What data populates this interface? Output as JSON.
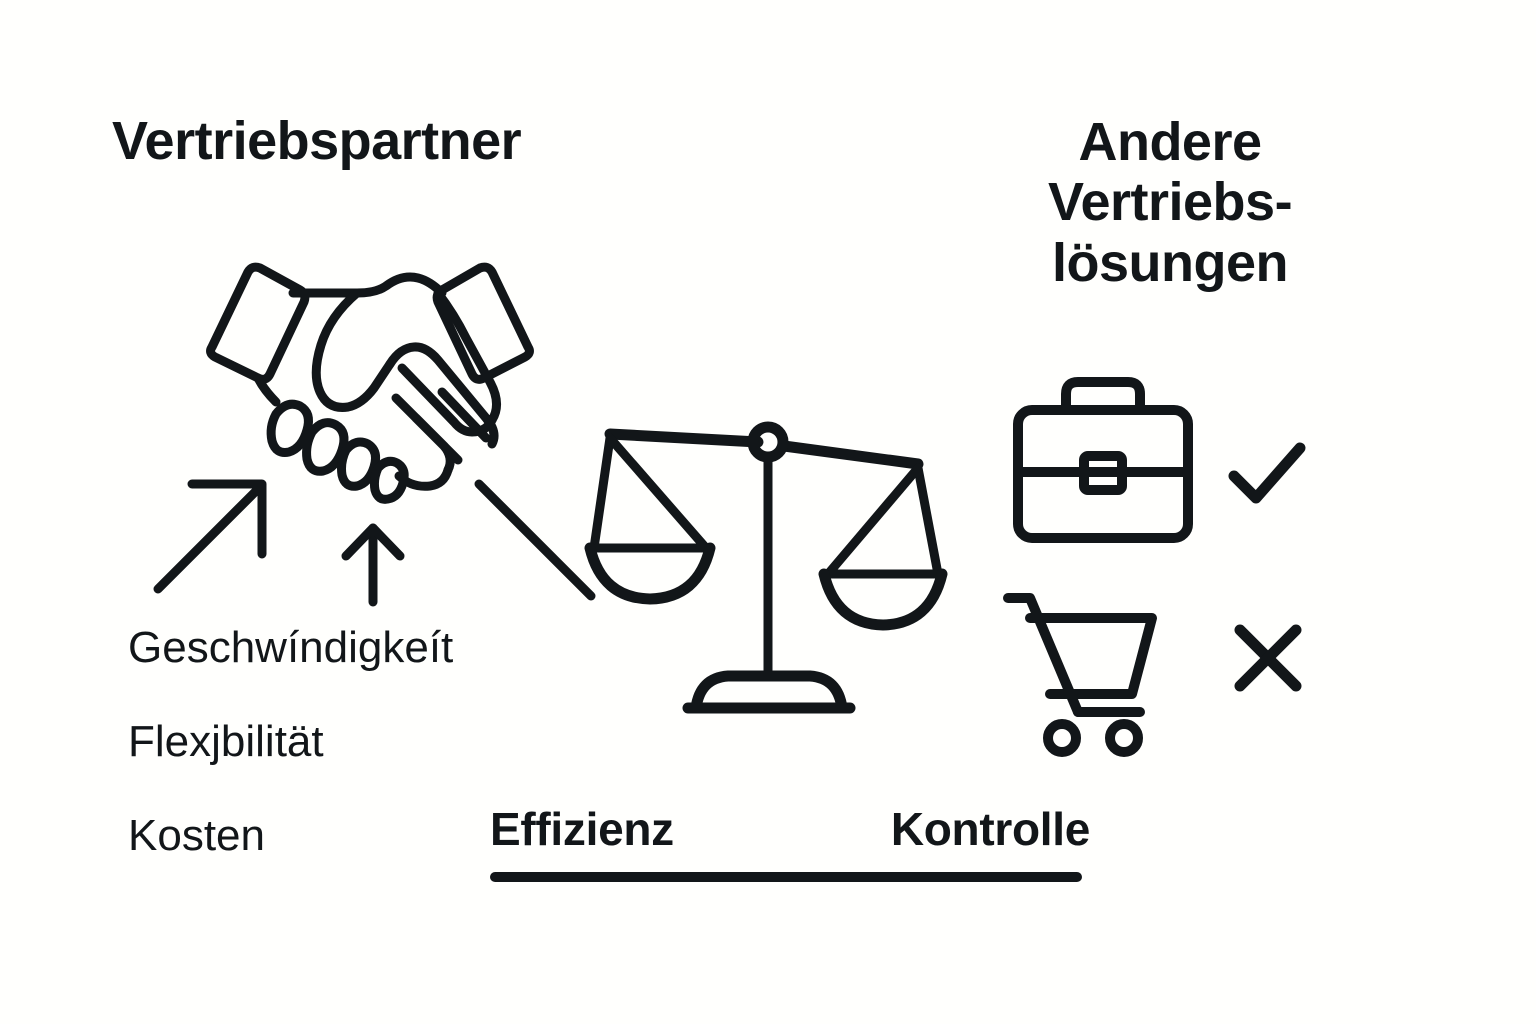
{
  "background_color": "#fffffd",
  "ink_color": "#121619",
  "headings": {
    "left": "Vertriebspartner",
    "right_lines": [
      "Andere",
      "Vertriebs-",
      "lösungen"
    ]
  },
  "benefits": [
    {
      "label": "Geschwíndigkeít"
    },
    {
      "label": "Flexjbilität"
    },
    {
      "label": "Kosten"
    }
  ],
  "axis": {
    "left_label": "Effizienz",
    "right_label": "Kontrolle"
  },
  "icons": {
    "handshake": "handshake-icon",
    "balance_scale": "balance-scale-icon",
    "briefcase": "briefcase-icon",
    "shopping_cart": "shopping-cart-icon",
    "check": "check-icon",
    "cross": "cross-icon",
    "arrow_diagonal": "arrow-up-right-icon",
    "arrow_up": "arrow-up-icon",
    "connector_line": "connector-line-icon"
  }
}
